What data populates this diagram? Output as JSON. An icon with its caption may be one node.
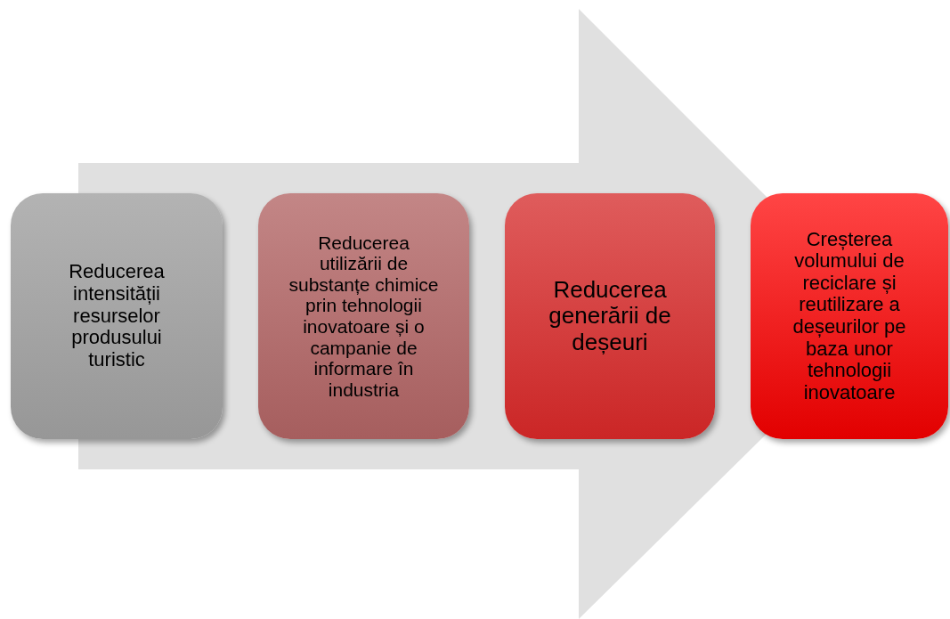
{
  "diagram": {
    "nodes": [
      {
        "text": [
          "Reducerea intensității resurselor produsului turistic"
        ]
      },
      {
        "text": [
          "Reducerea utilizării de substanțe chimice prin tehnologii inovatoare și o campanie de informare în industria"
        ]
      },
      {
        "text": [
          "Reducerea generării de deșeuri"
        ]
      },
      {
        "text": [
          "Creșterea volumului de reciclare și reutilizare a deșeurilor pe baza unor tehnologii inovatoare"
        ]
      }
    ],
    "edges": [
      {
        "from": 0,
        "to": 3,
        "arrow": "to"
      }
    ]
  }
}
